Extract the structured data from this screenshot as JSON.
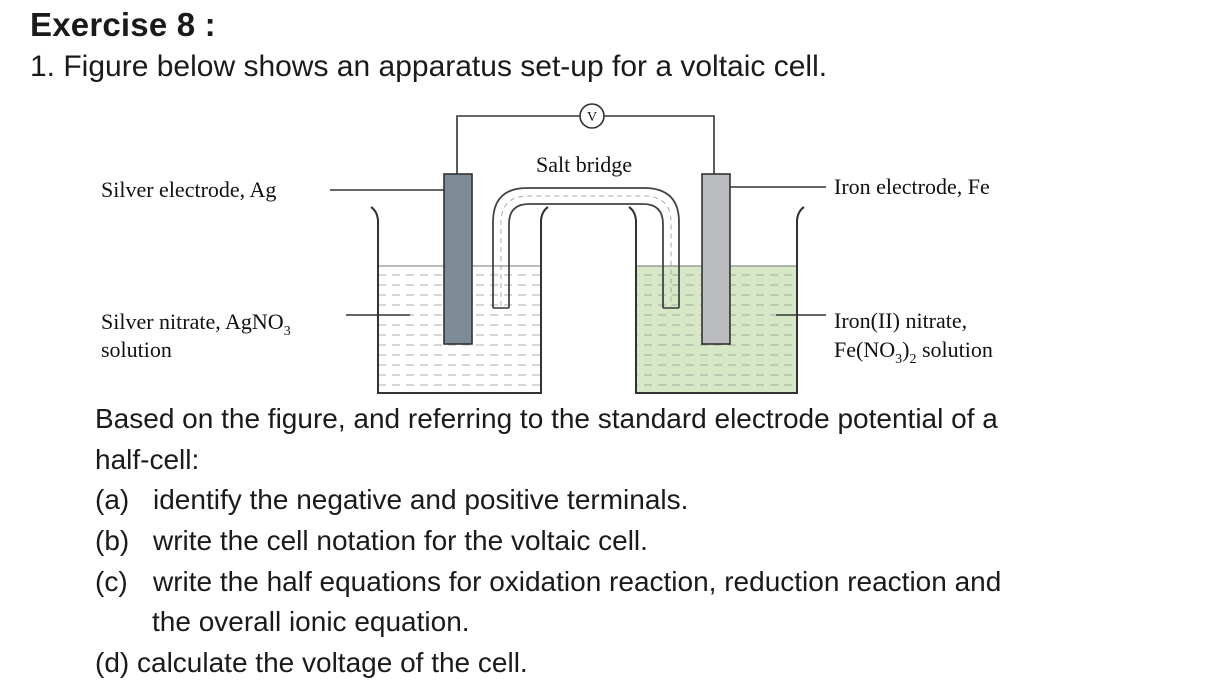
{
  "exercise_title": "Exercise 8 :",
  "question_intro": "1. Figure below shows an apparatus set-up for a voltaic cell.",
  "figure": {
    "voltmeter_symbol": "V",
    "salt_bridge_label": "Salt bridge",
    "silver_electrode_label": "Silver electrode, Ag",
    "iron_electrode_label": "Iron electrode, Fe",
    "silver_nitrate_label_main": "Silver nitrate, AgNO",
    "silver_nitrate_sub": "3",
    "silver_nitrate_line2": "solution",
    "iron_nitrate_line1": "Iron(II) nitrate,",
    "iron_nitrate_fe": "Fe(NO",
    "iron_nitrate_sub3": "3",
    "iron_nitrate_paren": ")",
    "iron_nitrate_sub2": "2",
    "iron_nitrate_solution": " solution",
    "colors": {
      "silver_electrode": "#7d8b96",
      "iron_electrode": "#b9bbbe",
      "iron_solution": "#d6e8c6",
      "silver_solution": "#ffffff"
    }
  },
  "prompt": {
    "line1": "Based on the figure, and referring to the standard electrode potential of a",
    "line2": "half-cell:"
  },
  "parts": [
    {
      "marker": "(a)",
      "text": "identify the negative and positive terminals."
    },
    {
      "marker": "(b)",
      "text": "write the cell notation for the voltaic cell."
    },
    {
      "marker": "(c)",
      "text": "write the half equations for oxidation reaction, reduction reaction and",
      "continuation": "the overall ionic equation."
    },
    {
      "marker": "(d)",
      "text": "calculate the voltage of the cell."
    }
  ]
}
